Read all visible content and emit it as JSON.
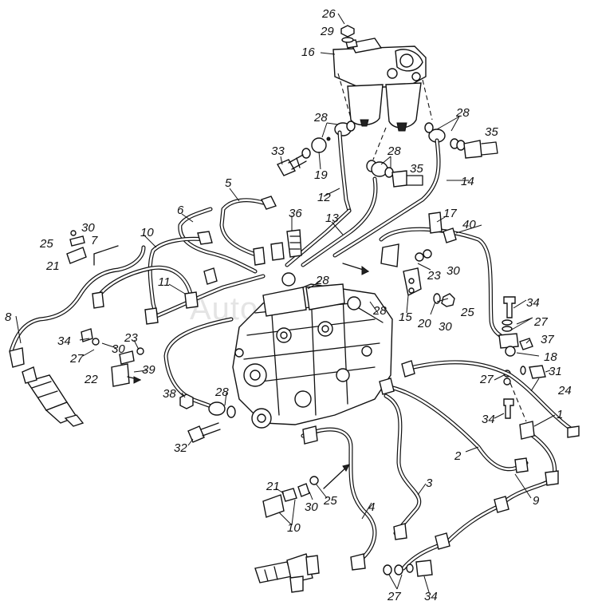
{
  "diagram": {
    "watermark": "Autosoft",
    "callouts": [
      "26",
      "29",
      "16",
      "28",
      "28",
      "35",
      "33",
      "19",
      "28",
      "35",
      "5",
      "12",
      "14",
      "6",
      "36",
      "13",
      "17",
      "40",
      "30",
      "25",
      "7",
      "21",
      "10",
      "11",
      "28",
      "23",
      "30",
      "15",
      "28",
      "20",
      "30",
      "25",
      "34",
      "8",
      "34",
      "23",
      "30",
      "27",
      "39",
      "22",
      "27",
      "37",
      "18",
      "38",
      "28",
      "27",
      "31",
      "24",
      "32",
      "34",
      "1",
      "2",
      "3",
      "9",
      "21",
      "30",
      "25",
      "10",
      "4",
      "27",
      "34"
    ]
  }
}
